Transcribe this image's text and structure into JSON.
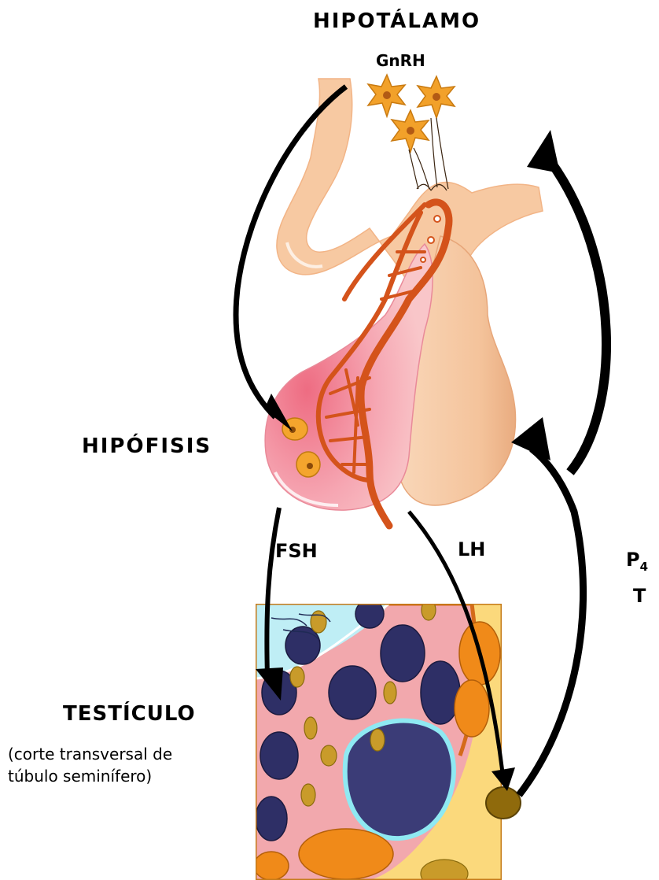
{
  "labels": {
    "hypothalamus": "HIPOTÁLAMO",
    "gnrh": "GnRH",
    "pituitary": "HIPÓFISIS",
    "fsh": "FSH",
    "lh": "LH",
    "p4_main": "P",
    "p4_sub": "4",
    "t": "T",
    "testis": "TESTÍCULO",
    "testis_note_line1": "(corte transversal de",
    "testis_note_line2": "túbulo seminífero)"
  },
  "colors": {
    "text": "#000000",
    "hypothalamus_tissue": "#f7c9a2",
    "anterior_pituitary": "#f08a9a",
    "posterior_pituitary": "#f3c29c",
    "portal_vessels": "#d4531b",
    "neurons": "#f2a12a",
    "tubule_lumen": "#bfeef5",
    "tubule_wall": "#f6b8b8",
    "interstitium": "#fbd97c",
    "sertoli_dark_cells": "#2e2f66",
    "leydig_cells": "#8f6a0c",
    "arrows": "#000000"
  }
}
